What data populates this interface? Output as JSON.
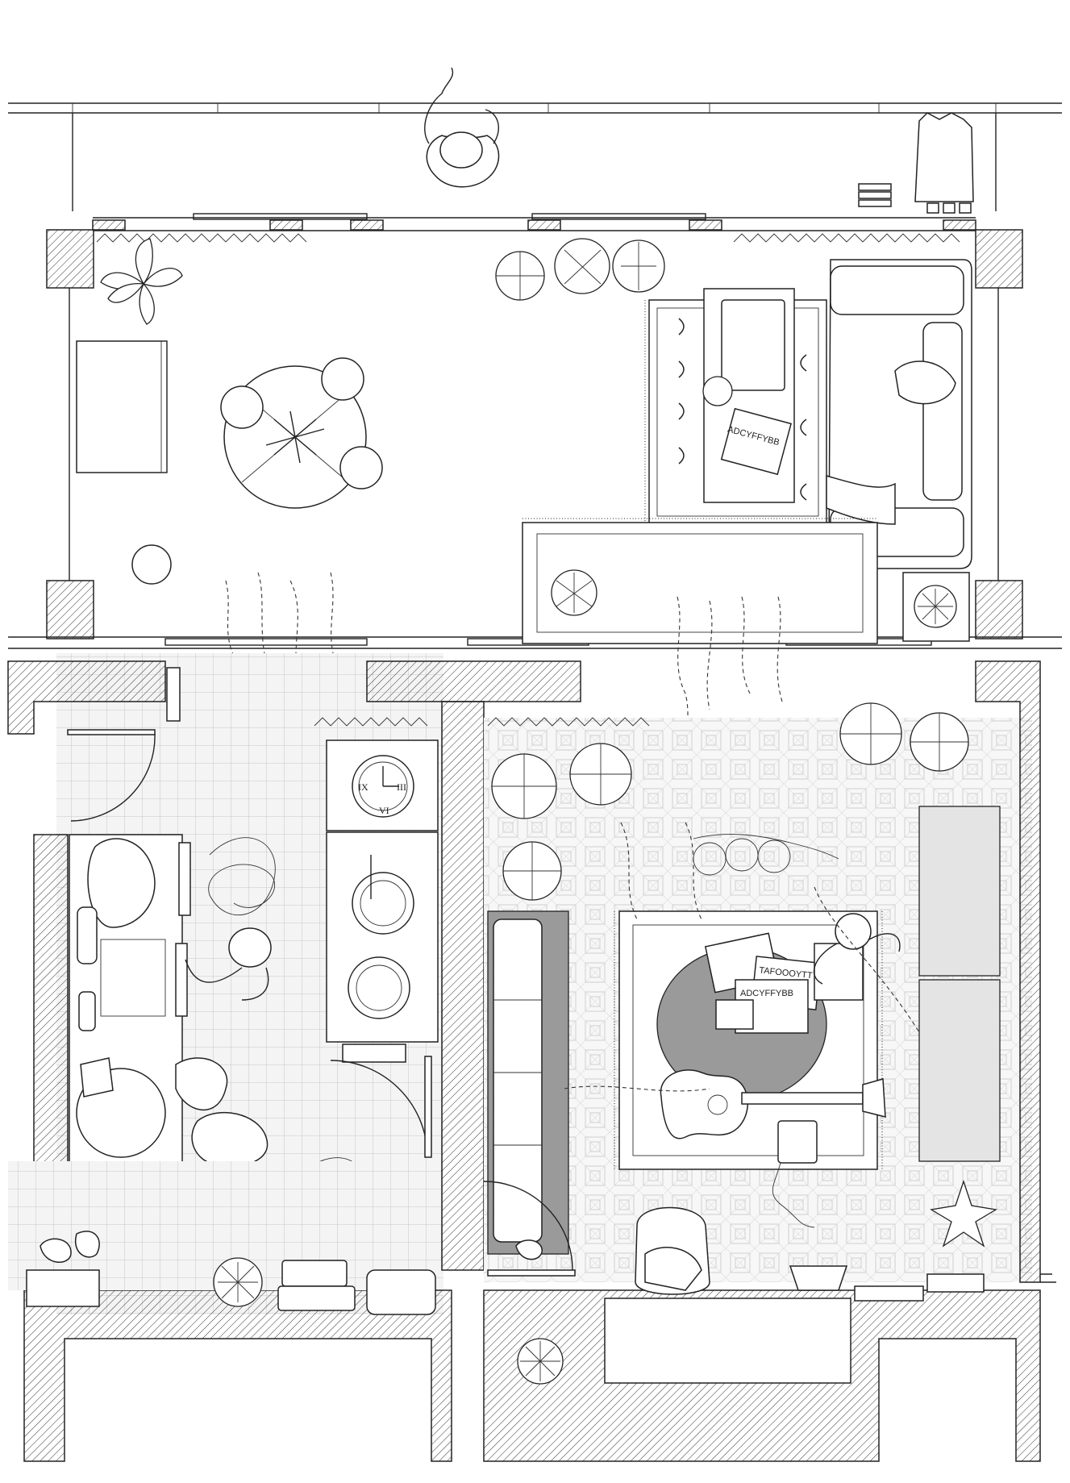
{
  "clock": {
    "label_left": "IX",
    "label_right": "III",
    "label_bottom": "VI"
  },
  "magazine_covers": {
    "text_a": "ADCYFFYBB",
    "text_b": "TAFOOOYTT",
    "text_c": "ADCYFFYBB"
  },
  "colors": {
    "ink": "#222222",
    "wall_fill": "#ffffff",
    "grey_fill": "#e4e4e4",
    "dark_fill": "#9a9a9a"
  }
}
